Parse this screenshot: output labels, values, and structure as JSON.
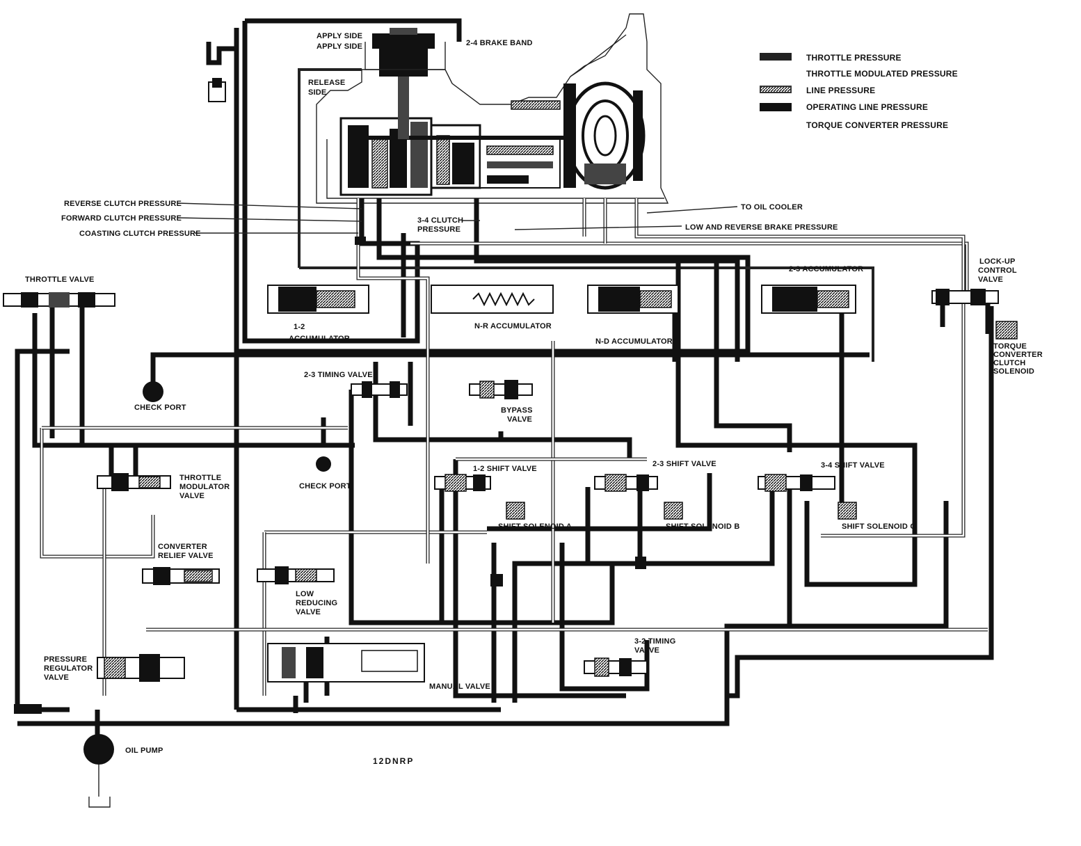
{
  "legend": [
    {
      "label": "THROTTLE PRESSURE",
      "style": "throttle"
    },
    {
      "label": "THROTTLE MODULATED PRESSURE",
      "style": "none"
    },
    {
      "label": "LINE PRESSURE",
      "style": "line"
    },
    {
      "label": "OPERATING LINE PRESSURE",
      "style": "operating"
    },
    {
      "label": "TORQUE CONVERTER PRESSURE",
      "style": "none"
    }
  ],
  "labels": {
    "apply_side_1": "APPLY SIDE",
    "apply_side_2": "APPLY SIDE",
    "brake_band": "2-4 BRAKE BAND",
    "release_side_1": "RELEASE",
    "release_side_2": "SIDE",
    "reverse_clutch": "REVERSE CLUTCH PRESSURE",
    "forward_clutch": "FORWARD CLUTCH PRESSURE",
    "coasting_clutch": "COASTING CLUTCH PRESSURE",
    "clutch_34_1": "3-4 CLUTCH",
    "clutch_34_2": "PRESSURE",
    "oil_cooler": "TO OIL COOLER",
    "low_reverse": "LOW AND REVERSE BRAKE PRESSURE",
    "throttle_valve": "THROTTLE VALVE",
    "acc_12_1": "1-2",
    "acc_12_2": "ACCUMULATOR",
    "nr_acc": "N-R ACCUMULATOR",
    "nd_acc": "N-D ACCUMULATOR",
    "acc_23": "2-3 ACCUMULATOR",
    "lockup_1": "LOCK-UP",
    "lockup_2": "CONTROL",
    "lockup_3": "VALVE",
    "tcc_1": "TORQUE",
    "tcc_2": "CONVERTER",
    "tcc_3": "CLUTCH",
    "tcc_4": "SOLENOID",
    "check_port_1": "CHECK PORT",
    "timing_23": "2-3 TIMING VALVE",
    "bypass_1": "BYPASS",
    "bypass_2": "VALVE",
    "check_port_2": "CHECK PORT",
    "shift_12": "1-2 SHIFT VALVE",
    "shift_23": "2-3 SHIFT VALVE",
    "shift_34": "3-4 SHIFT VALVE",
    "sol_a": "SHIFT SOLENOID A",
    "sol_b": "SHIFT SOLENOID B",
    "sol_c": "SHIFT SOLENOID C",
    "tmv_1": "THROTTLE",
    "tmv_2": "MODULATOR",
    "tmv_3": "VALVE",
    "crv_1": "CONVERTER",
    "crv_2": "RELIEF VALVE",
    "lrv_1": "LOW",
    "lrv_2": "REDUCING",
    "lrv_3": "VALVE",
    "prv_1": "PRESSURE",
    "prv_2": "REGULATOR",
    "prv_3": "VALVE",
    "timing_32_1": "3-2 TIMING",
    "timing_32_2": "VALVE",
    "manual_valve": "MANUAL VALVE",
    "oil_pump": "OIL PUMP",
    "code": "12DNRP"
  }
}
